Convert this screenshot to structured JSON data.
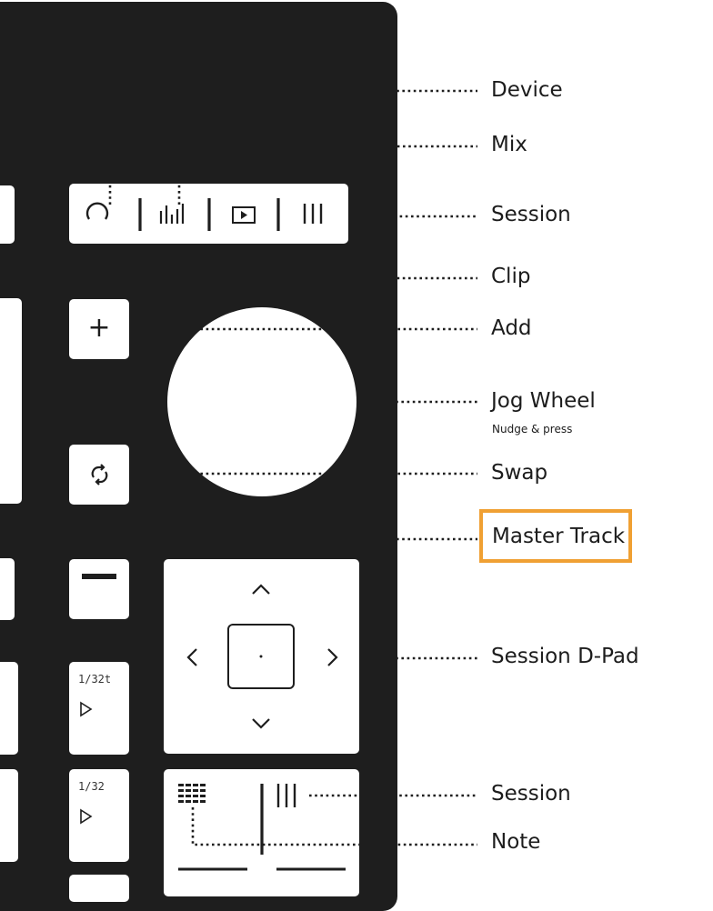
{
  "labels": {
    "device": "Device",
    "mix": "Mix",
    "session": "Session",
    "clip": "Clip",
    "add": "Add",
    "jog_wheel": "Jog Wheel",
    "jog_wheel_sub": "Nudge & press",
    "swap": "Swap",
    "master_track": "Master Track",
    "session_dpad": "Session D-Pad",
    "session2": "Session",
    "note": "Note"
  },
  "buttons": {
    "add_symbol": "+",
    "step_1_32t": "1/32t",
    "step_1_32": "1/32"
  },
  "highlight_color": "#f0a033"
}
